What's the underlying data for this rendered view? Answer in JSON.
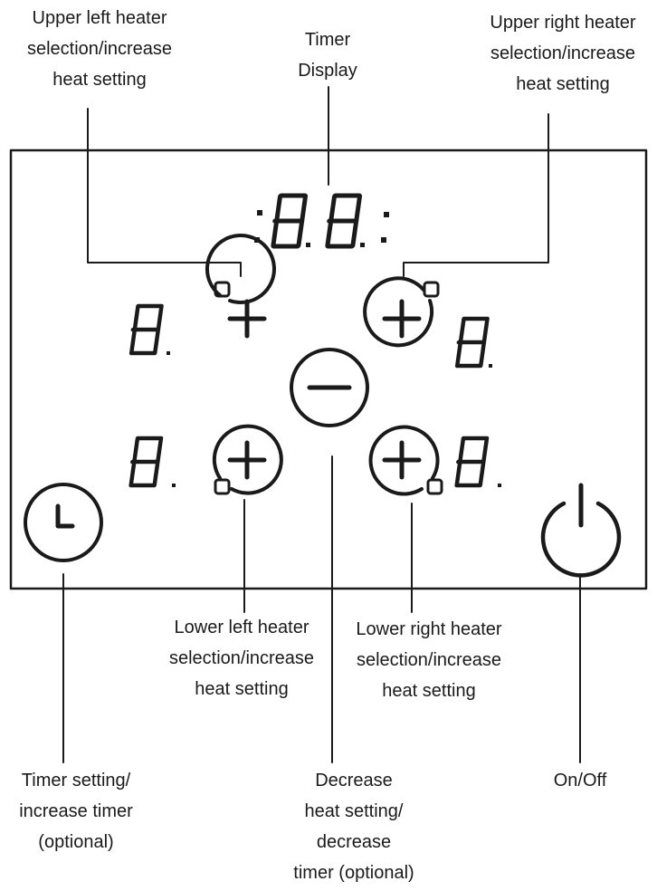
{
  "labels": {
    "upper_left": [
      "Upper left heater",
      "selection/increase",
      "heat setting"
    ],
    "timer_display": [
      "Timer",
      "Display"
    ],
    "upper_right": [
      "Upper right heater",
      "selection/increase",
      "heat setting"
    ],
    "lower_left": [
      "Lower left heater",
      "selection/increase",
      "heat setting"
    ],
    "lower_right": [
      "Lower right heater",
      "selection/increase",
      "heat setting"
    ],
    "timer_setting": [
      "Timer setting/",
      "increase timer",
      "(optional)"
    ],
    "decrease": [
      "Decrease",
      "heat setting/",
      "decrease",
      "timer (optional)"
    ],
    "on_off": [
      "On/Off"
    ]
  },
  "icons": {
    "plus": "plus-icon",
    "minus": "minus-icon",
    "clock": "clock-icon",
    "power": "power-icon",
    "indicator": "indicator-light-icon"
  },
  "colors": {
    "stroke": "#1a1a1a",
    "background": "#ffffff"
  }
}
